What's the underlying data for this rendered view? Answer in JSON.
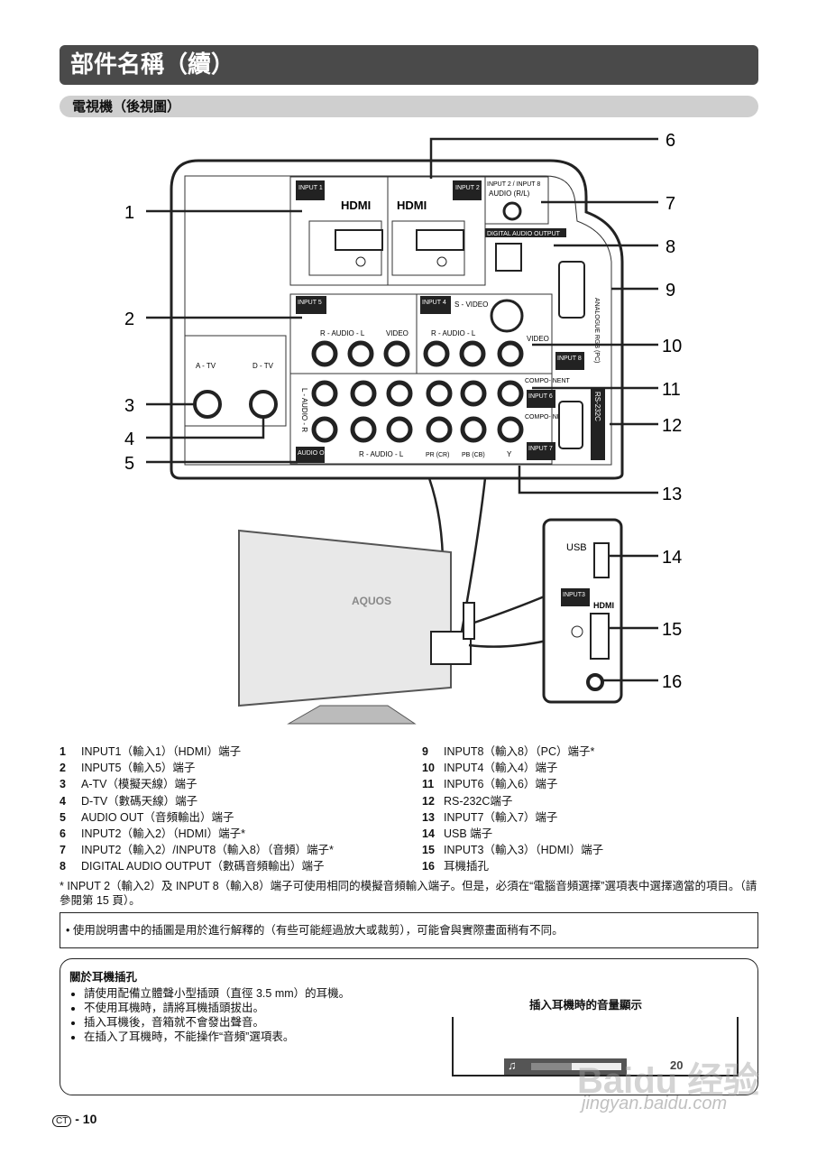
{
  "header": {
    "title": "部件名稱（續）",
    "subtitle": "電視機（後視圖）"
  },
  "diagram": {
    "callouts": [
      "1",
      "2",
      "3",
      "4",
      "5",
      "6",
      "7",
      "8",
      "9",
      "10",
      "11",
      "12",
      "13",
      "14",
      "15",
      "16"
    ],
    "labels": {
      "input1": "INPUT 1",
      "input2": "INPUT 2",
      "input2_8": "INPUT 2 / INPUT 8",
      "audio_rl": "AUDIO (R/L)",
      "digital_audio_output": "DIGITAL AUDIO OUTPUT",
      "analogue": "ANALOGUE RGB (PC)",
      "hdmi": "HDMI",
      "input5": "INPUT 5",
      "input4": "INPUT 4",
      "s_video": "S - VIDEO",
      "video": "VIDEO",
      "r_audio_l": "R - AUDIO - L",
      "input8": "INPUT 8",
      "a_tv": "A - TV",
      "d_tv": "D - TV",
      "l_audio_r": "L - AUDIO - R",
      "audio_out": "AUDIO OUT",
      "component": "COMPO- NENT",
      "input6": "INPUT 6",
      "input7": "INPUT 7",
      "rs232c": "RS-232C",
      "pr": "PR (CR)",
      "pb": "PB (CB)",
      "y": "Y",
      "usb": "USB",
      "input3": "INPUT3",
      "aquos": "AQUOS"
    }
  },
  "legend_left": [
    {
      "n": "1",
      "text": "INPUT1（輸入1）（HDMI）端子"
    },
    {
      "n": "2",
      "text": "INPUT5（輸入5）端子"
    },
    {
      "n": "3",
      "text": "A-TV（模擬天線）端子"
    },
    {
      "n": "4",
      "text": "D-TV（數碼天線）端子"
    },
    {
      "n": "5",
      "text": "AUDIO OUT（音頻輸出）端子"
    },
    {
      "n": "6",
      "text": "INPUT2（輸入2）（HDMI）端子*"
    },
    {
      "n": "7",
      "text": "INPUT2（輸入2）/INPUT8（輸入8）（音頻）端子*"
    },
    {
      "n": "8",
      "text": "DIGITAL AUDIO OUTPUT（數碼音頻輸出）端子"
    }
  ],
  "legend_right": [
    {
      "n": "9",
      "text": "INPUT8（輸入8）（PC）端子*"
    },
    {
      "n": "10",
      "text": "INPUT4（輸入4）端子"
    },
    {
      "n": "11",
      "text": "INPUT6（輸入6）端子"
    },
    {
      "n": "12",
      "text": "RS-232C端子"
    },
    {
      "n": "13",
      "text": "INPUT7（輸入7）端子"
    },
    {
      "n": "14",
      "text": "USB 端子"
    },
    {
      "n": "15",
      "text": "INPUT3（輸入3）（HDMI）端子"
    },
    {
      "n": "16",
      "text": "耳機插孔"
    }
  ],
  "footnote": "* INPUT 2（輸入2）及 INPUT 8（輸入8）端子可使用相同的模擬音頻輸入端子。但是，必須在“電腦音頻選擇”選項表中選擇適當的項目。（請參閱第 15 頁）。",
  "notice": "• 使用說明書中的插圖是用於進行解釋的（有些可能經過放大或裁剪），可能會與實際畫面稍有不同。",
  "headphone": {
    "title": "關於耳機插孔",
    "bullets": [
      "請使用配備立體聲小型插頭（直徑 3.5 mm）的耳機。",
      "不使用耳機時，請將耳機插頭拔出。",
      "插入耳機後，音箱就不會發出聲音。",
      "在插入了耳機時，不能操作“音頻”選項表。"
    ],
    "volume_title": "插入耳機時的音量顯示",
    "volume_value": "20"
  },
  "footer": {
    "page": "10",
    "lang": "CT"
  },
  "watermark": {
    "brand": "Baidu 经验",
    "url": "jingyan.baidu.com"
  }
}
